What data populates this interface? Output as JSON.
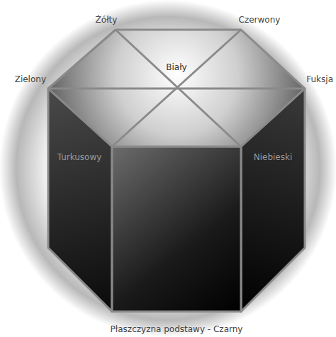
{
  "diagram": {
    "labels": [
      "Żółty",
      "Czerwony",
      "Zielony",
      "Biały",
      "Fuksja",
      "Turkusowy",
      "Niebieski",
      "Płaszczyzna podstawy - Czarny"
    ]
  }
}
